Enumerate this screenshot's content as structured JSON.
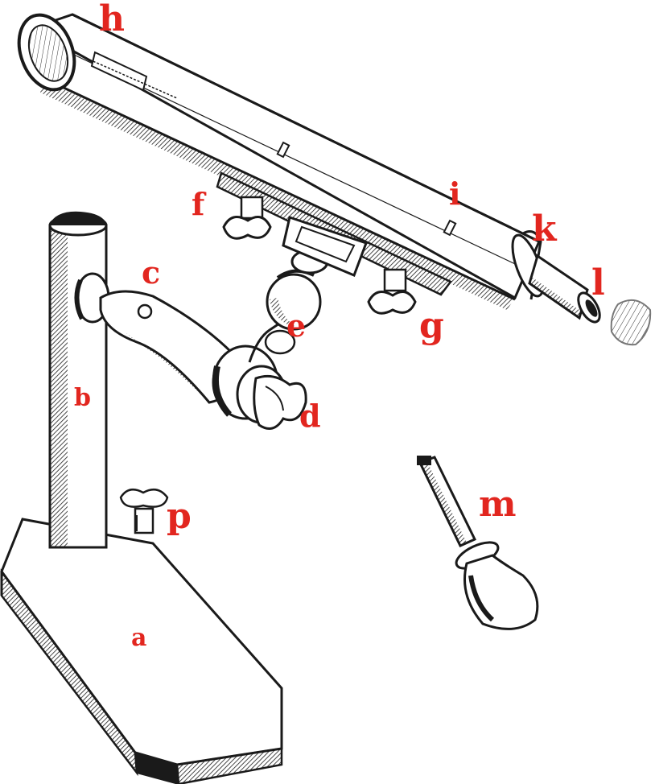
{
  "colors": {
    "label": "#e2261f",
    "ink": "#1a1a1a",
    "paper": "#ffffff"
  },
  "labels": {
    "a": "a",
    "b": "b",
    "c": "c",
    "d": "d",
    "e": "e",
    "f": "f",
    "g": "g",
    "h": "h",
    "i": "i",
    "k": "k",
    "l": "l",
    "m": "m",
    "p": "p"
  }
}
